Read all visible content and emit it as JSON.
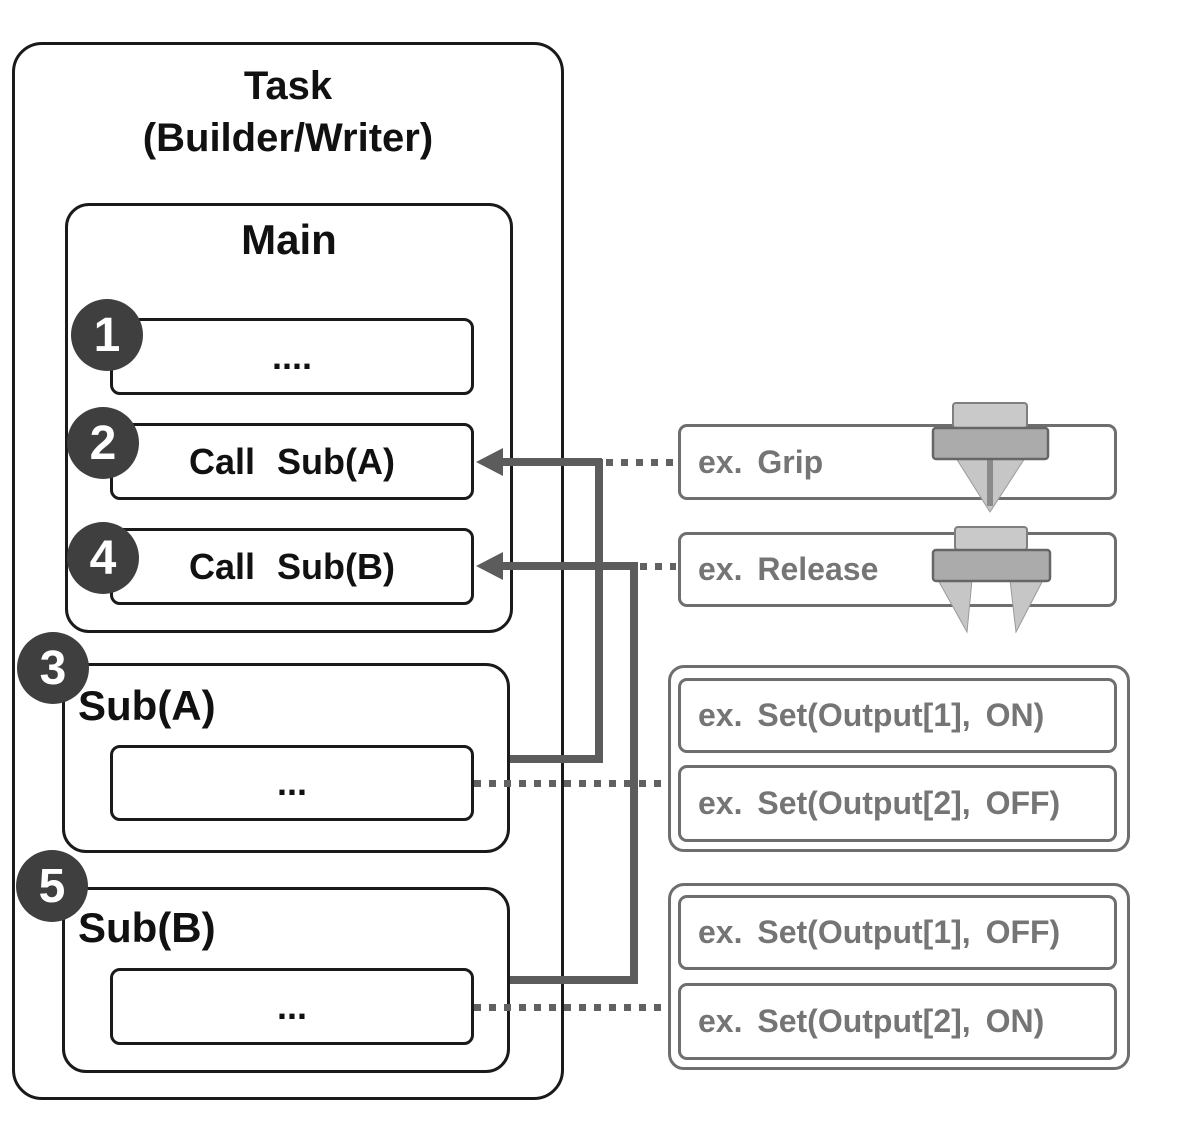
{
  "task": {
    "title_line1": "Task",
    "title_line2": "(Builder/Writer)",
    "main": {
      "title": "Main",
      "steps": [
        {
          "num": "1",
          "label": "...."
        },
        {
          "num": "2",
          "label": "Call Sub(A)"
        },
        {
          "num": "4",
          "label": "Call Sub(B)"
        }
      ]
    },
    "subs": {
      "a": {
        "num": "3",
        "title": "Sub(A)",
        "body": "..."
      },
      "b": {
        "num": "5",
        "title": "Sub(B)",
        "body": "..."
      }
    }
  },
  "examples": {
    "grip": {
      "label": "ex. Grip",
      "icon": "gripper-closed-icon"
    },
    "release": {
      "label": "ex. Release",
      "icon": "gripper-open-icon"
    },
    "sub_a_set": [
      "ex. Set(Output[1], ON)",
      "ex. Set(Output[2], OFF)"
    ],
    "sub_b_set": [
      "ex. Set(Output[1], OFF)",
      "ex. Set(Output[2], ON)"
    ]
  },
  "colors": {
    "box_border_black": "#1a1a1a",
    "connector_gray": "#5c5c5c",
    "badge_fill": "#3f3f3f",
    "example_border": "#6e6e6e",
    "example_text": "#757575",
    "icon_light_gray": "#c6c6c6",
    "icon_mid_gray": "#ababab"
  }
}
